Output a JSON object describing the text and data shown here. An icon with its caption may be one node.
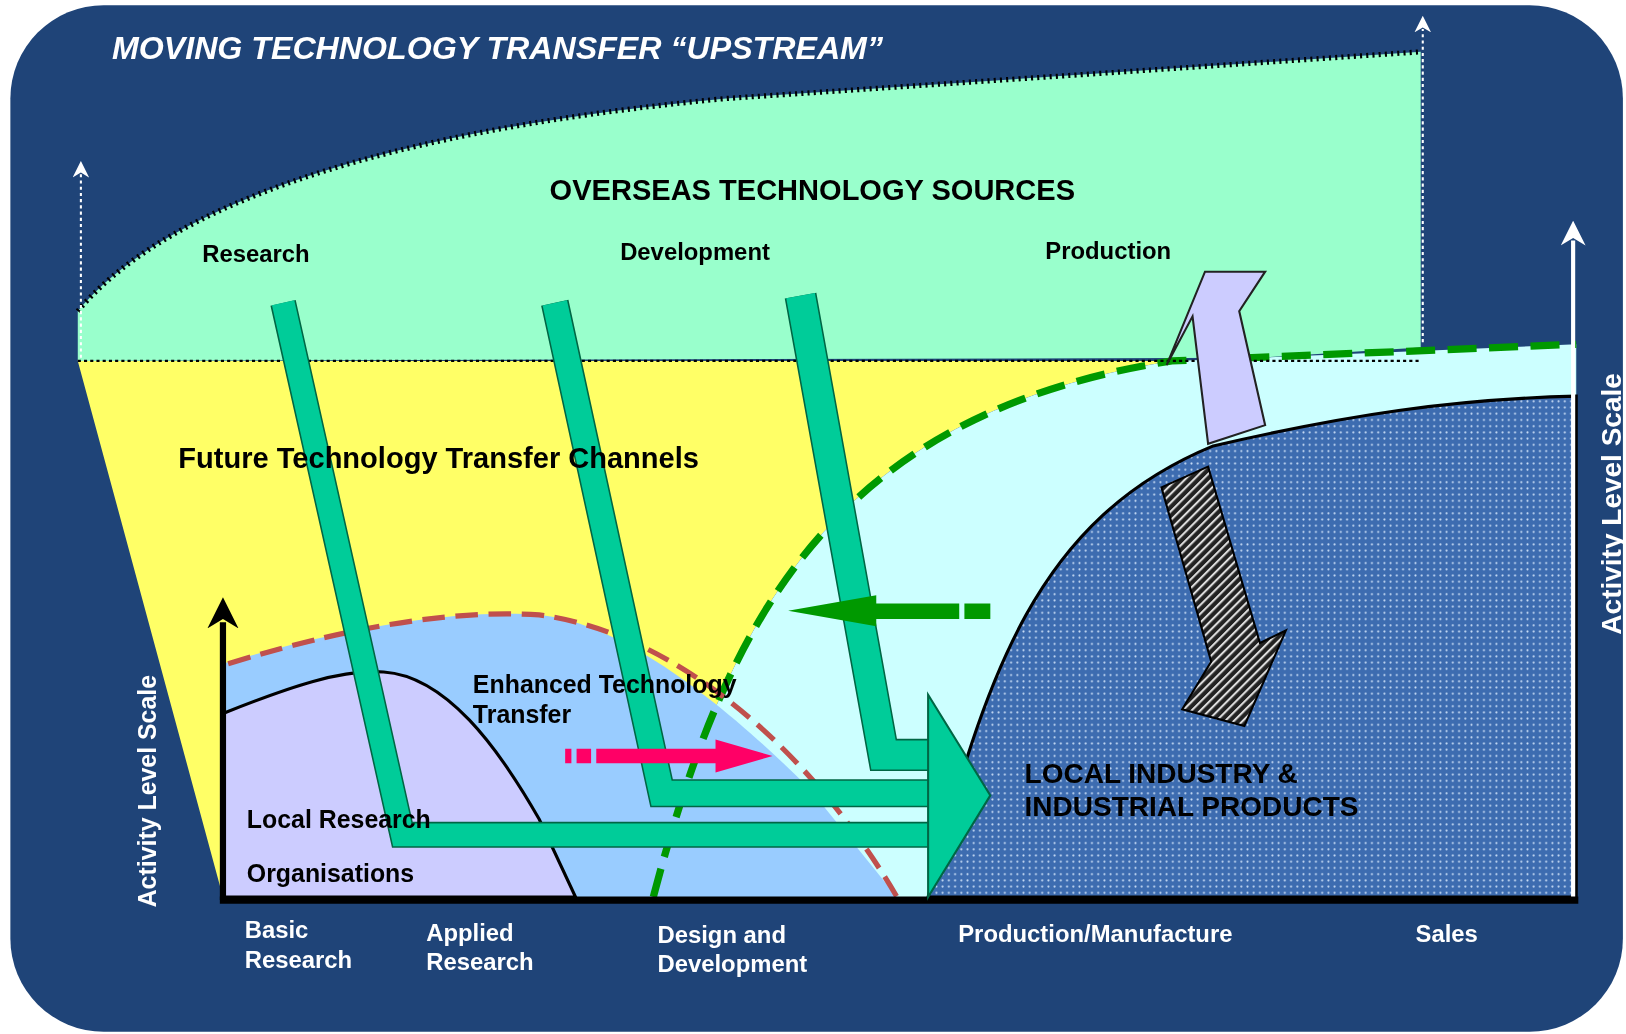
{
  "diagram": {
    "title": "MOVING TECHNOLOGY TRANSFER “UPSTREAM”",
    "labels": [
      "OVERSEAS  TECHNOLOGY  SOURCES",
      "Research",
      "Development",
      "Production",
      "Future Technology Transfer Channels",
      "Enhanced Technology Transfer",
      "Activity Level Scale",
      "LOCAL  INDUSTRY & INDUSTRIAL  PRODUCTS",
      "Local Research Organisations",
      "Activity Level Scale",
      "Basic Research",
      "Applied Research",
      "Design  and Development",
      "Production/Manufacture",
      "Sales"
    ]
  }
}
